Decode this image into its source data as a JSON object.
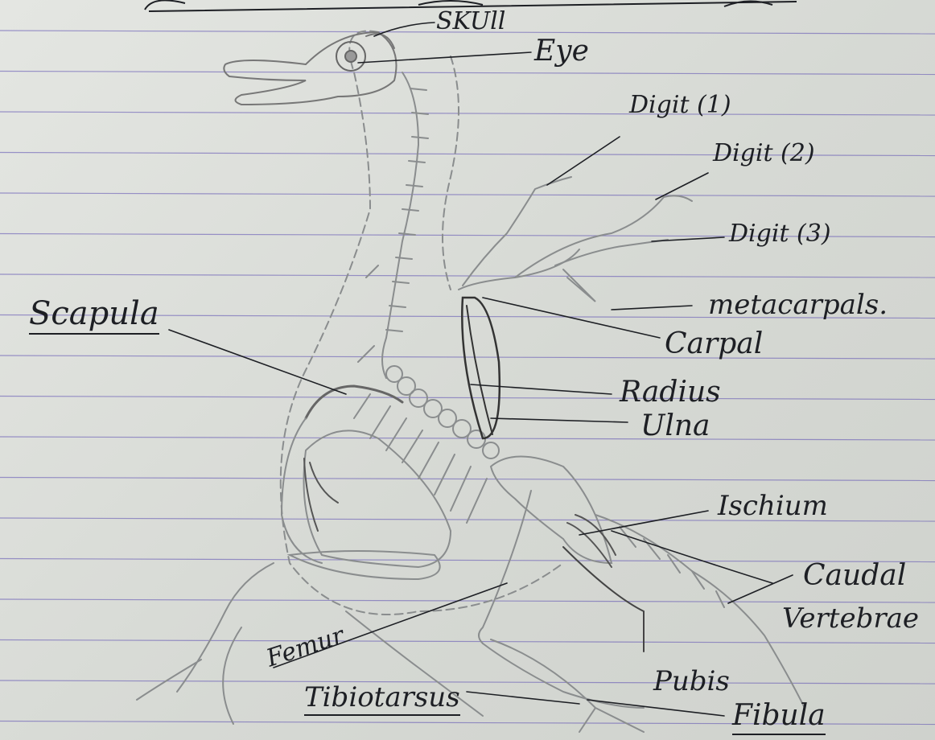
{
  "diagram": {
    "labels": {
      "skull": "SKUll",
      "eye": "Eye",
      "digit1": "Digit (1)",
      "digit2": "Digit (2)",
      "digit3": "Digit (3)",
      "metacarpals": "metacarpals.",
      "carpal": "Carpal",
      "radius": "Radius",
      "ulna": "Ulna",
      "scapula": "Scapula",
      "ischium": "Ischium",
      "caudal": "Caudal",
      "vertebrae": "Vertebrae",
      "femur": "Femur",
      "pubis": "Pubis",
      "tibiotarsus": "Tibiotarsus",
      "fibula": "Fibula"
    }
  },
  "colors": {
    "paper": "#d9dcd8",
    "ruling": "#5a4bb0",
    "ink": "#1d1f24",
    "pencil": "#8a8d8e"
  }
}
